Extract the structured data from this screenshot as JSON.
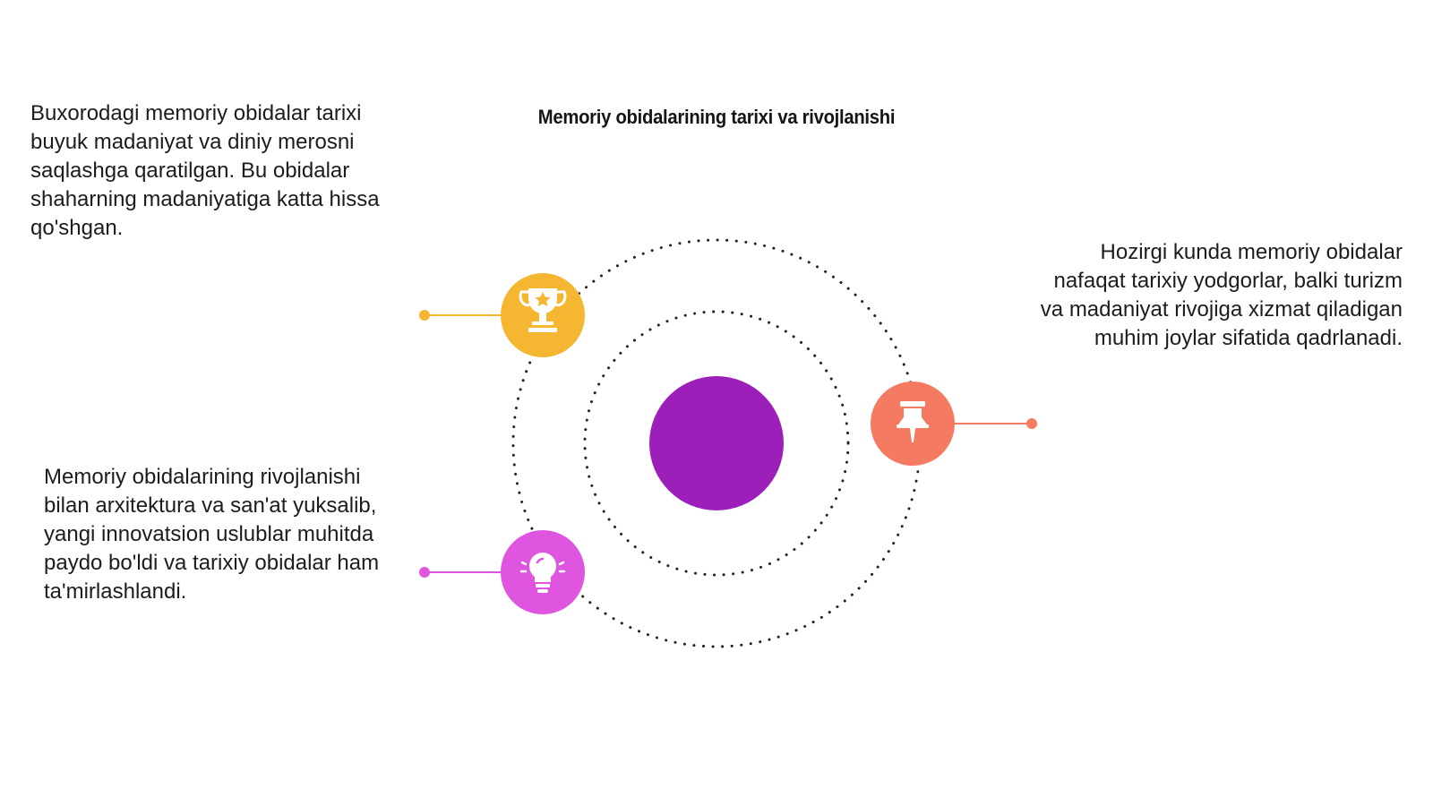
{
  "title": "Memoriy obidalarining tarixi va rivojlanishi",
  "items": [
    {
      "key": "history",
      "icon": "trophy-icon",
      "color": "#F5B731",
      "text": "Buxorodagi memoriy obidalar tarixi buyuk madaniyat va diniy merosni saqlashga qaratilgan. Bu obidalar shaharning madaniyatiga katta hissa qo'shgan."
    },
    {
      "key": "development",
      "icon": "lightbulb-icon",
      "color": "#E055E0",
      "text": "Memoriy obidalarining rivojlanishi bilan arxitektura va san'at yuksalib, yangi innovatsion uslublar muhitda paydo bo'ldi va tarixiy obidalar ham ta'mirlashlandi."
    },
    {
      "key": "present",
      "icon": "pushpin-icon",
      "color": "#F47A62",
      "text": "Hozirgi kunda memoriy obidalar nafaqat tarixiy yodgorlar, balki turizm va madaniyat rivojiga xizmat qiladigan muhim joylar sifatida qadrlanadi."
    }
  ],
  "colors": {
    "center": "#9B1FB8",
    "orbit": "#222222"
  }
}
